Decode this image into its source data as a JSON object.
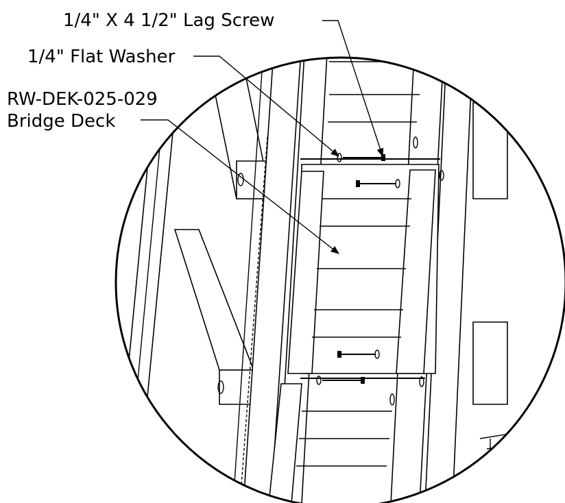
{
  "callouts": {
    "lag_screw": "1/4\" X 4 1/2\" Lag Screw",
    "flat_washer": "1/4\" Flat Washer",
    "part_number": "RW-DEK-025-029",
    "bridge_deck": "Bridge Deck"
  }
}
